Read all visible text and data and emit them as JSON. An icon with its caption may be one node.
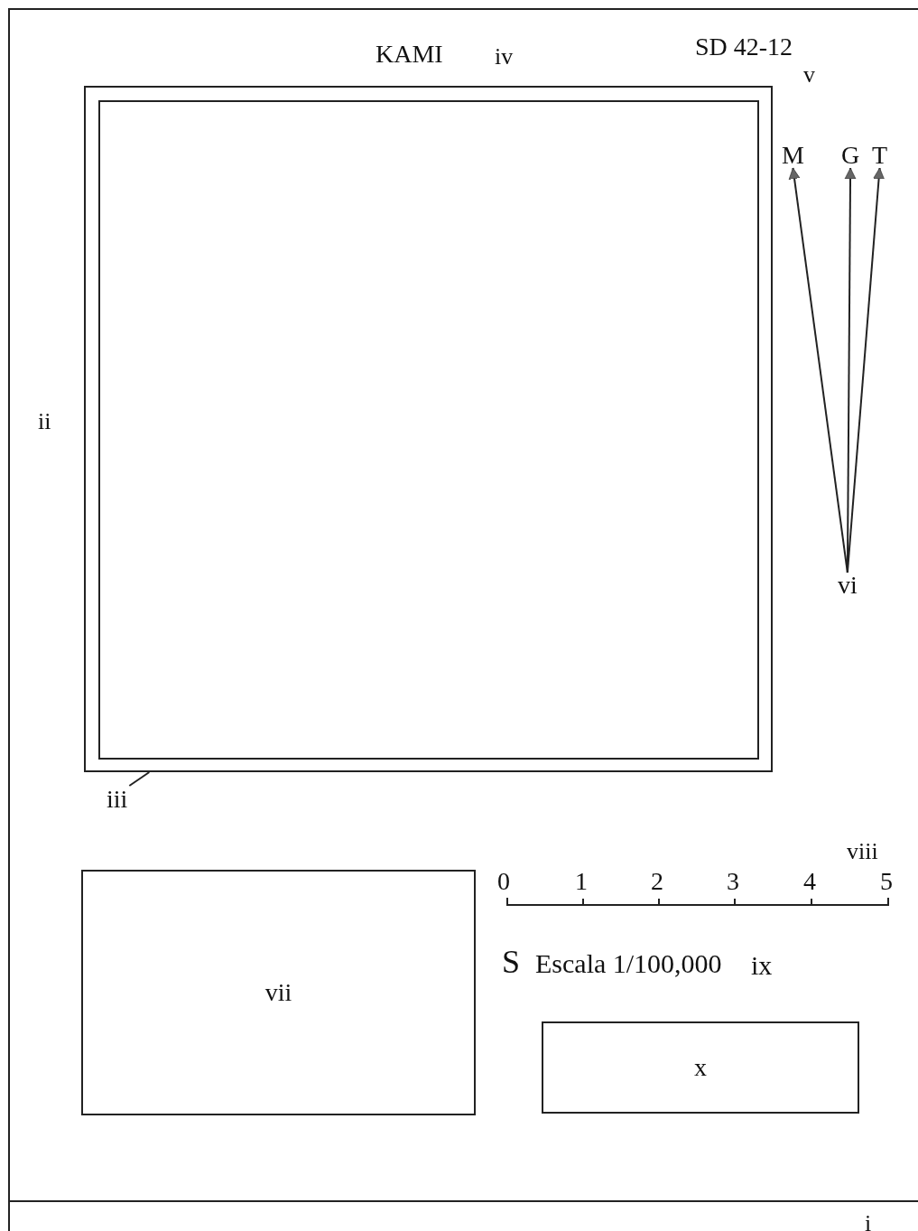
{
  "diagram": {
    "nodes": [
      {
        "text": [],
        "shape": "box"
      },
      {
        "text": [],
        "shape": "box",
        "in": 0
      },
      {
        "text": [
          "M"
        ]
      },
      {
        "text": [
          "G"
        ]
      },
      {
        "text": [
          "T"
        ]
      },
      {
        "text": [
          "vi"
        ]
      },
      {
        "text": [
          "iii"
        ]
      },
      {
        "text": [
          "vii"
        ]
      },
      {
        "text": [
          "x"
        ]
      }
    ],
    "edges": [
      {
        "from": 5,
        "to": 2,
        "arrow": "to"
      },
      {
        "from": 5,
        "to": 3,
        "arrow": "to"
      },
      {
        "from": 5,
        "to": 4,
        "arrow": "to"
      },
      {
        "from": 6,
        "to": 0,
        "arrow": "none"
      }
    ],
    "labels": [
      "KAMI",
      "iv",
      "SD 42-12",
      "v",
      "ii",
      "viii",
      "0",
      "1",
      "2",
      "3",
      "4",
      "5",
      "S",
      "Escala 1/100,000",
      "ix",
      "i"
    ]
  }
}
